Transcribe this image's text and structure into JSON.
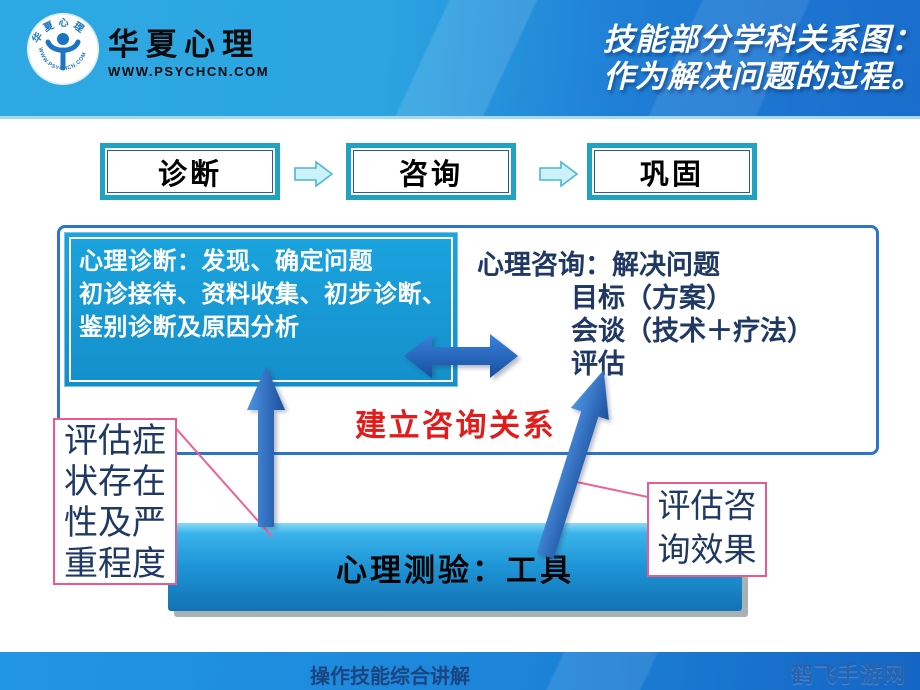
{
  "slide": {
    "header": {
      "brand_name": "华夏心理",
      "brand_url": "WWW.PSYCHCN.COM",
      "title_line1": "技能部分学科关系图：",
      "title_line2": "作为解决问题的过程。"
    },
    "flow_steps": [
      {
        "label": "诊断"
      },
      {
        "label": "咨询"
      },
      {
        "label": "巩固"
      }
    ],
    "diagnosis_box": {
      "line1": "心理诊断：发现、确定问题",
      "line2": "初诊接待、资料收集、初步诊断、",
      "line3": "鉴别诊断及原因分析"
    },
    "counseling": {
      "line1": "心理咨询：解决问题",
      "line2": "目标（方案）",
      "line3": "会谈（技术＋疗法）",
      "line4": "评估"
    },
    "relationship_label": "建立咨询关系",
    "left_note": "评估症状存在性及严重程度",
    "right_note": "评估咨询效果",
    "bottom_bar_label": "心理测验：工具",
    "footer": {
      "caption": "操作技能综合讲解",
      "watermark": "鹤飞手游网"
    },
    "colors": {
      "header_blue_left": "#2FA9E3",
      "header_blue_right": "#1A6DCC",
      "teal_border": "#21A2C2",
      "cyan_arrow_fill": "#CBF2F8",
      "container_border": "#2B76CA",
      "process_box_blue": "#1697D4",
      "navy_text": "#1F3864",
      "red_label": "#E21B1B",
      "pink_border": "#EC5A8C",
      "arrow_blue_light": "#4E95E4",
      "arrow_blue_dark": "#1B4E9D",
      "bar_gradient_top": "#3AB3EA",
      "bar_gradient_bottom": "#1272B4"
    }
  }
}
